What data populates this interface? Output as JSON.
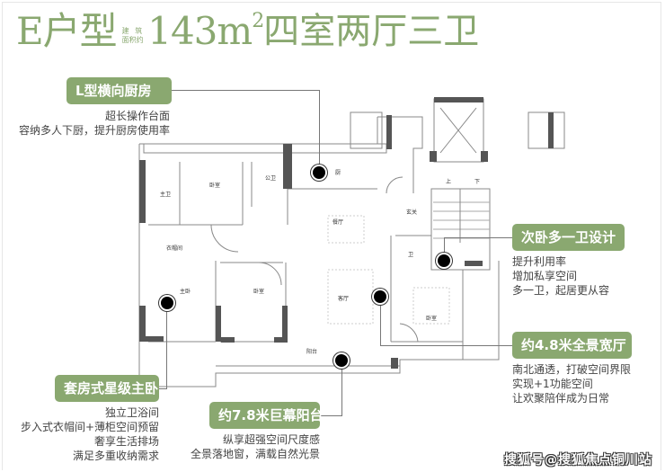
{
  "title": {
    "unit_type": "E户型",
    "area_label_top": "建 筑",
    "area_label_bottom": "面积约",
    "area_value": "143m",
    "area_superscript": "2",
    "layout": "四室两厅三卫"
  },
  "colors": {
    "accent": "#8aa870",
    "text": "#444444",
    "wall": "#555555"
  },
  "callouts": {
    "kitchen": {
      "title": "L型横向厨房",
      "lines": [
        "超长操作台面",
        "容纳多人下厨，提升厨房使用率"
      ]
    },
    "second_bath": {
      "title": "次卧多一卫设计",
      "lines": [
        "提升利用率",
        "增加私享空间",
        "多一卫，起居更从容"
      ]
    },
    "living": {
      "title": "约4.8米全景宽厅",
      "lines": [
        "南北通透，打破空间界限",
        "实现+1功能空间",
        "让欢聚陪伴成为日常"
      ]
    },
    "master": {
      "title": "套房式星级主卧",
      "lines": [
        "独立卫浴间",
        "步入式衣帽间+薄柜空间预留",
        "奢享生活排场",
        "满足多重收纳需求"
      ]
    },
    "balcony": {
      "title": "约7.8米巨幕阳台",
      "lines": [
        "纵享超强空间尺度感",
        "全景落地窗，满载自然光景"
      ]
    }
  },
  "rooms": {
    "kitchen": "厨",
    "master_bath": "主卫",
    "bedroom_top": "卧室",
    "public_bath": "公卫",
    "dining": "餐厅",
    "entry": "玄关",
    "closet": "衣帽间",
    "master_bedroom": "主卧",
    "bedroom_mid": "卧室",
    "living": "客厅",
    "balcony": "阳台",
    "bath_small": "卫",
    "bedroom_right": "卧室",
    "stairs_up": "上",
    "stairs_down": "下"
  },
  "watermark": "搜狐号@搜狐焦点铜川站"
}
